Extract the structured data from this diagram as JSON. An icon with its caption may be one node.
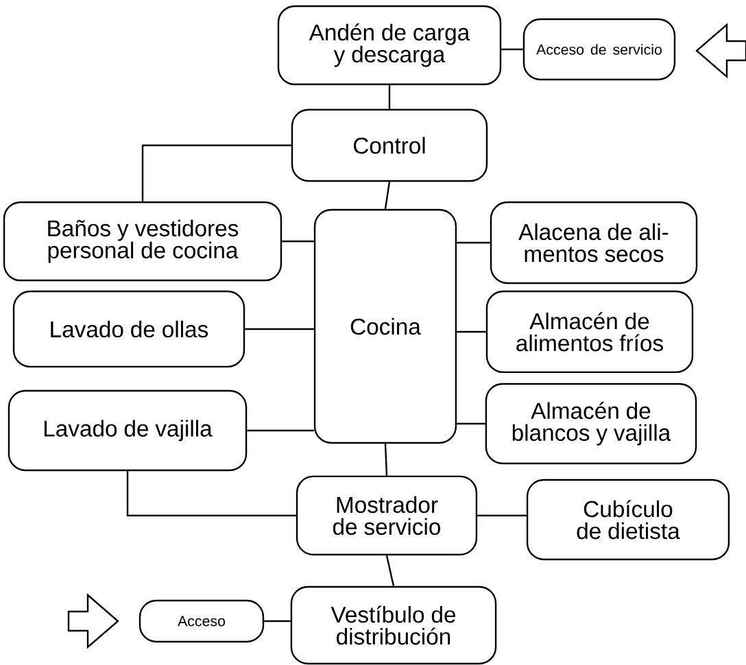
{
  "diagram": {
    "nodes": [
      {
        "text": [
          "Andén de carga y descarga"
        ]
      },
      {
        "text": [
          "Acceso de servicio"
        ]
      },
      {
        "text": [
          "Control"
        ]
      },
      {
        "text": [
          "Baños y vestidores personal de cocina"
        ]
      },
      {
        "text": [
          "Cocina"
        ]
      },
      {
        "text": [
          "Alacena de ali- mentos secos"
        ]
      },
      {
        "text": [
          "Lavado de ollas"
        ]
      },
      {
        "text": [
          "Almacén de alimentos fríos"
        ]
      },
      {
        "text": [
          "Lavado de vajilla"
        ]
      },
      {
        "text": [
          "Almacén de blancos y vajilla"
        ]
      },
      {
        "text": [
          "Mostrador de servicio"
        ]
      },
      {
        "text": [
          "Cubículo de dietista"
        ]
      },
      {
        "text": [
          "Vestíbulo de distribución"
        ]
      },
      {
        "text": [
          "Acceso"
        ]
      }
    ],
    "edges": [
      {
        "from": null,
        "to": 1,
        "arrow": "to"
      },
      {
        "from": 0,
        "to": 1,
        "arrow": "none"
      },
      {
        "from": 0,
        "to": 2,
        "arrow": "none"
      },
      {
        "from": 2,
        "to": 3,
        "arrow": "none"
      },
      {
        "from": 2,
        "to": 4,
        "arrow": "none"
      },
      {
        "from": 3,
        "to": 4,
        "arrow": "none"
      },
      {
        "from": 4,
        "to": 5,
        "arrow": "none"
      },
      {
        "from": 6,
        "to": 4,
        "arrow": "none"
      },
      {
        "from": 4,
        "to": 7,
        "arrow": "none"
      },
      {
        "from": 8,
        "to": 4,
        "arrow": "none"
      },
      {
        "from": 4,
        "to": 9,
        "arrow": "none"
      },
      {
        "from": 4,
        "to": 10,
        "arrow": "none"
      },
      {
        "from": 8,
        "to": 10,
        "arrow": "none"
      },
      {
        "from": 10,
        "to": 11,
        "arrow": "none"
      },
      {
        "from": 10,
        "to": 12,
        "arrow": "none"
      },
      {
        "from": 13,
        "to": 12,
        "arrow": "none"
      },
      {
        "from": null,
        "to": 13,
        "arrow": "to"
      }
    ]
  }
}
